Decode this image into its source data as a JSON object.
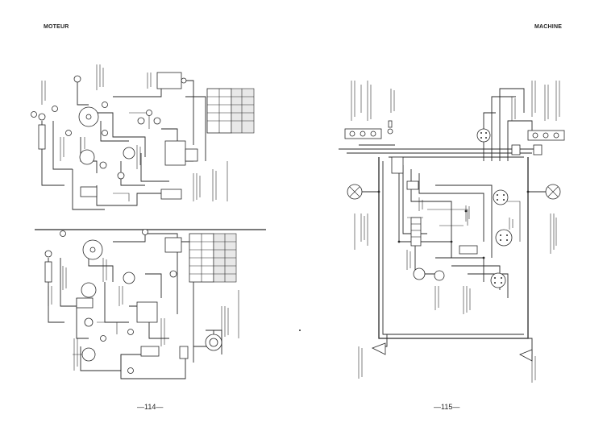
{
  "header": {
    "left_title": "MOTEUR",
    "right_title": "MACHINE"
  },
  "footer": {
    "left_page": "—114—",
    "right_page": "—115—"
  }
}
